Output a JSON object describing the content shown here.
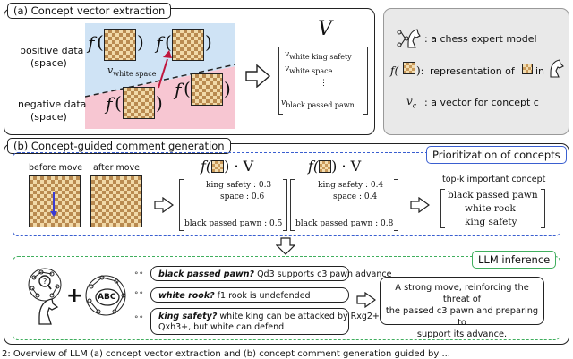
{
  "panel_a": {
    "title": "(a) Concept vector extraction",
    "positive_label": "positive data",
    "positive_sub": "(space)",
    "negative_label": "negative data",
    "negative_sub": "(space)",
    "f_symbol": "f",
    "v_white_space": "v",
    "v_white_space_sub": "white space",
    "matrix_title": "V",
    "matrix_rows": [
      {
        "v": "v",
        "sub": "white king safety"
      },
      {
        "v": "v",
        "sub": "white space"
      },
      {
        "v": "⋮",
        "sub": ""
      },
      {
        "v": "v",
        "sub": "black passed pawn"
      }
    ]
  },
  "legend": {
    "expert_text": ": a chess expert model",
    "rep_prefix": "f(",
    "rep_suffix": "):",
    "rep_text": "representation of",
    "rep_in": "in",
    "vc_symbol": "v",
    "vc_sub": "c",
    "vc_text": ": a vector for concept c"
  },
  "panel_b": {
    "title": "(b) Concept-guided comment generation",
    "prioritization_title": "Prioritization of concepts",
    "before_move": "before move",
    "after_move": "after move",
    "formula_left": "f(",
    "formula_right": ") · V",
    "score_left": [
      "king safety : 0.3",
      "space : 0.6",
      "⋮",
      "black passed pawn : 0.5"
    ],
    "score_right": [
      "king safety : 0.4",
      "space : 0.4",
      "⋮",
      "black passed pawn : 0.8"
    ],
    "topk_title": "top-k important concept",
    "topk_items": [
      "black passed pawn",
      "white rook",
      "king safety"
    ],
    "llm_title": "LLM inference",
    "abc_label": "ABC",
    "bubbles": [
      {
        "concept": "black passed pawn?",
        "text": " Qd3 supports c3 pawn advance"
      },
      {
        "concept": "white rook?",
        "text": " f1 rook is undefended"
      },
      {
        "concept": "king safety?",
        "text": " white king can be attacked by Rxg2+,",
        "text2": "Qxh3+, but white can defend"
      }
    ],
    "output_lines": [
      "A strong move, reinforcing the threat of",
      "the passed c3 pawn and preparing to",
      "support its advance."
    ]
  },
  "caption_partial": "2: Overview of LLM (a) concept vector extraction and (b) concept comment generation guided by ..."
}
